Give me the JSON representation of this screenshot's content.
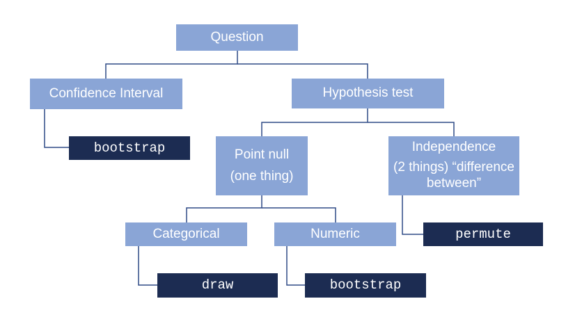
{
  "diagram": {
    "colors": {
      "node_fill": "#8aa5d6",
      "leaf_fill": "#1c2c52",
      "connector": "#2f4a86",
      "text": "#ffffff"
    },
    "nodes": {
      "question": "Question",
      "confidence_interval": "Confidence Interval",
      "hypothesis_test": "Hypothesis test",
      "point_null_line1": "Point null",
      "point_null_line2": "(one thing)",
      "independence_line1": "Independence",
      "independence_line2": "(2 things) “difference between”",
      "categorical": "Categorical",
      "numeric": "Numeric"
    },
    "methods": {
      "ci_method": "bootstrap",
      "independence_method": "permute",
      "categorical_method": "draw",
      "numeric_method": "bootstrap"
    }
  }
}
